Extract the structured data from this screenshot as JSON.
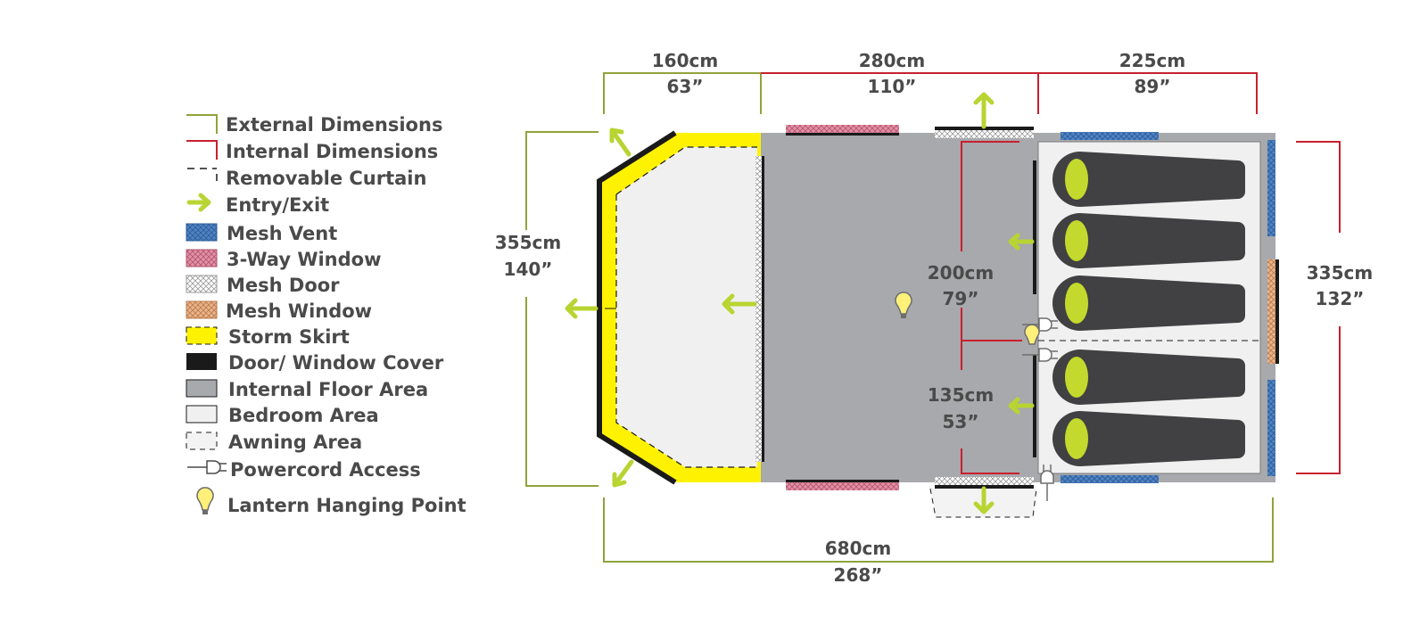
{
  "legend": {
    "items": [
      {
        "key": "external",
        "label": "External Dimensions"
      },
      {
        "key": "internal",
        "label": "Internal Dimensions"
      },
      {
        "key": "curtain",
        "label": "Removable Curtain"
      },
      {
        "key": "entry",
        "label": "Entry/Exit"
      },
      {
        "key": "mesh_vent",
        "label": "Mesh Vent"
      },
      {
        "key": "window3",
        "label": "3-Way Window"
      },
      {
        "key": "mesh_door",
        "label": "Mesh Door"
      },
      {
        "key": "mesh_window",
        "label": "Mesh Window"
      },
      {
        "key": "storm_skirt",
        "label": "Storm Skirt"
      },
      {
        "key": "cover",
        "label": "Door/ Window Cover"
      },
      {
        "key": "floor",
        "label": "Internal Floor Area"
      },
      {
        "key": "bedroom",
        "label": "Bedroom Area"
      },
      {
        "key": "awning",
        "label": "Awning Area"
      },
      {
        "key": "powercord",
        "label": "Powercord Access"
      },
      {
        "key": "lantern",
        "label": "Lantern Hanging Point"
      }
    ]
  },
  "dimensions": {
    "top_left": {
      "metric": "160cm",
      "imperial": "63”"
    },
    "top_middle": {
      "metric": "280cm",
      "imperial": "110”"
    },
    "top_right": {
      "metric": "225cm",
      "imperial": "89”"
    },
    "left": {
      "metric": "355cm",
      "imperial": "140”"
    },
    "right": {
      "metric": "335cm",
      "imperial": "132”"
    },
    "inner_upper": {
      "metric": "200cm",
      "imperial": "79”"
    },
    "inner_lower": {
      "metric": "135cm",
      "imperial": "53”"
    },
    "bottom": {
      "metric": "680cm",
      "imperial": "268”"
    }
  },
  "colors": {
    "external": "#8fa33a",
    "internal": "#c8202f",
    "entry": "#b8d432",
    "mesh_vent": "#4f83c4",
    "window3": "#e38fa6",
    "mesh_window": "#eab38a",
    "storm_skirt": "#fff200",
    "cover": "#1a1a1a",
    "floor": "#a7a9ac",
    "bedroom": "#f0f0f0",
    "sleeping_bag": "#414042",
    "text": "#4a4a4a"
  }
}
